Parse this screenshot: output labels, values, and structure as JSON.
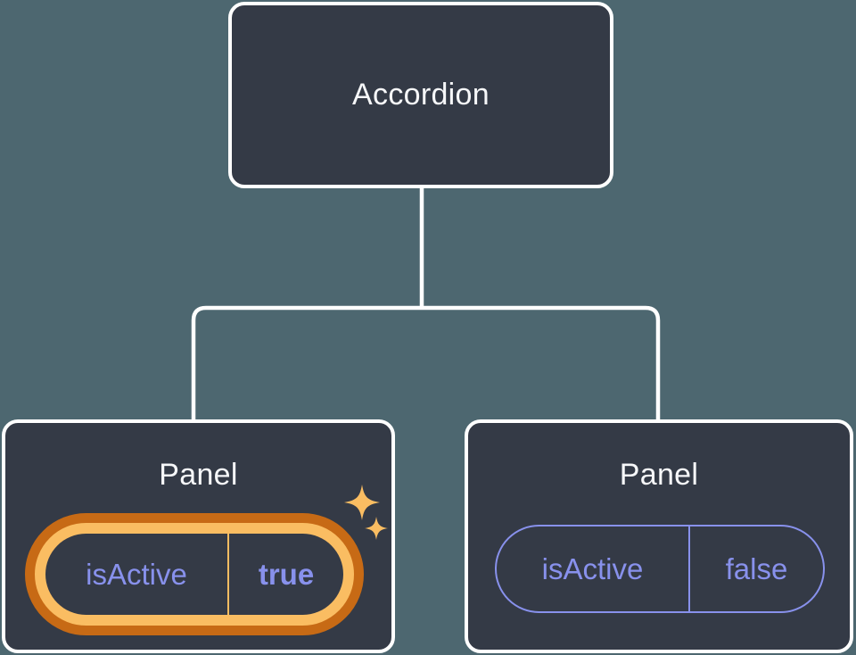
{
  "colors": {
    "background": "#4D6770",
    "card": "#343A46",
    "card_border": "#FFFFFF",
    "connector": "#FFFFFF",
    "text_primary": "#F6F7F9",
    "state_purple": "#8891EC",
    "highlight_gold": "#FABD62",
    "highlight_orange": "#C76A15"
  },
  "diagram": {
    "root": {
      "label": "Accordion"
    },
    "children": [
      {
        "label": "Panel",
        "state": {
          "key": "isActive",
          "value": "true"
        },
        "highlighted": true
      },
      {
        "label": "Panel",
        "state": {
          "key": "isActive",
          "value": "false"
        },
        "highlighted": false
      }
    ]
  }
}
